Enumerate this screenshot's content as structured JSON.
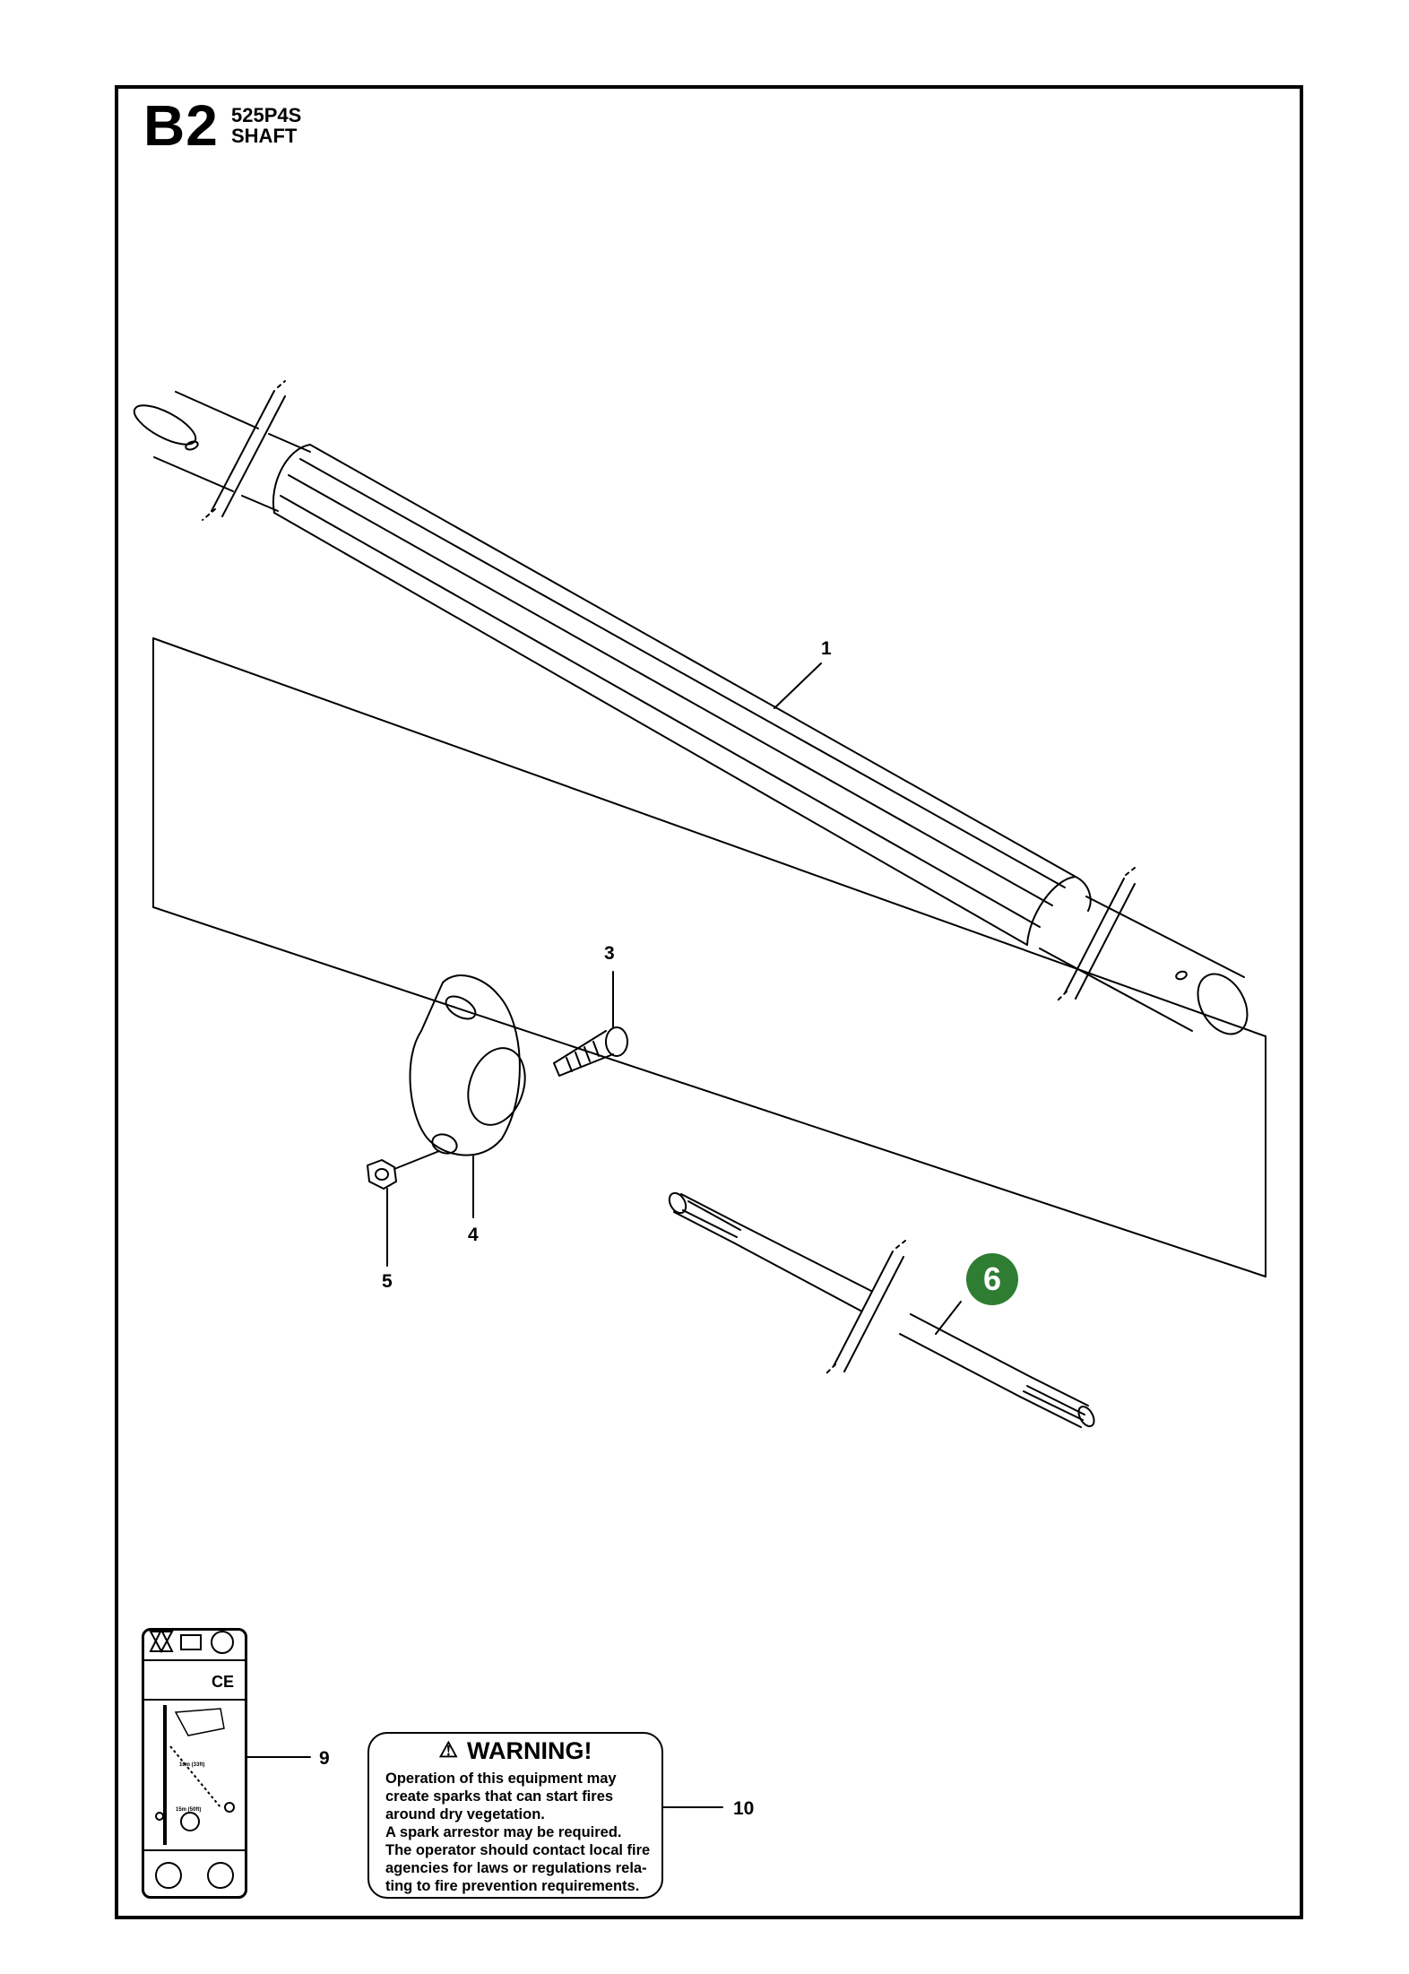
{
  "header": {
    "section_code": "B2",
    "model": "525P4S",
    "section_name": "SHAFT"
  },
  "callouts": [
    "1",
    "3",
    "4",
    "5",
    "6",
    "9",
    "10"
  ],
  "highlighted_callout": "6",
  "colors": {
    "highlight": "#2e7d32",
    "line": "#000000"
  },
  "warning_label": {
    "title": "WARNING!",
    "lines": [
      "Operation of this equipment may",
      "create sparks that can start fires",
      "around dry vegetation.",
      "A spark arrestor may be required.",
      "The operator should contact local fire",
      "agencies for laws or regulations rela-",
      "ting to fire prevention requirements."
    ]
  },
  "decal": {
    "icons": [
      "warning-triangle-icon",
      "manual-book-icon",
      "helmet-icon",
      "ce-mark-icon",
      "power-line-hazard-icon",
      "person-icon",
      "no-entry-icon",
      "operator-icon",
      "gloves-icon",
      "boots-icon"
    ],
    "ce_text": "CE",
    "distance_1": "10m (33ft)",
    "distance_2": "15m (50ft)"
  }
}
